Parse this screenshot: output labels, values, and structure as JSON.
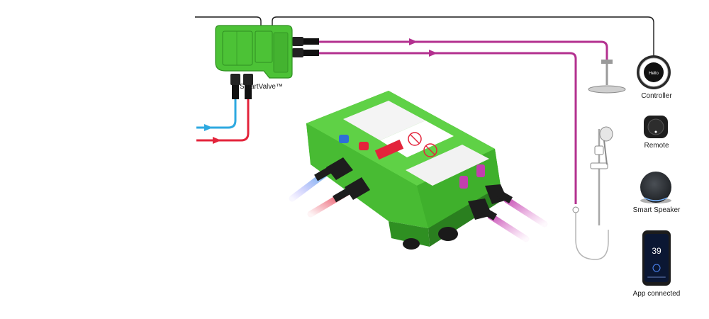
{
  "colors": {
    "background": "#ffffff",
    "valve_green": "#4cc236",
    "valve_dark_green": "#2f8f22",
    "outlet_pipe": "#b3308f",
    "cold_pipe": "#2ea9e0",
    "hot_pipe": "#e3243b",
    "cable": "#1a1a1a",
    "fixture_grey": "#9a9a9a"
  },
  "labels": {
    "smartvalve": "SmartValve™",
    "controller": "Controller",
    "remote": "Remote",
    "smart_speaker": "Smart Speaker",
    "app_connected": "App connected"
  },
  "controller_screen": {
    "text": "Hello"
  },
  "phone_screen": {
    "temperature": "39"
  }
}
